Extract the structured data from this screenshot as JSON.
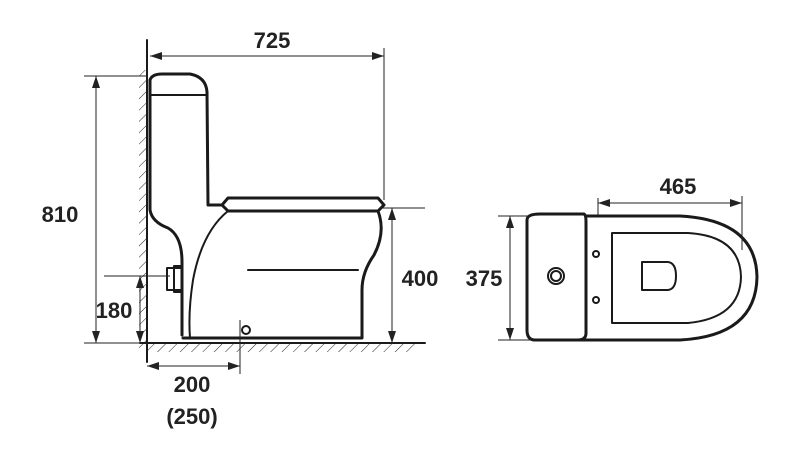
{
  "dimensions": {
    "total_depth": "725",
    "total_height": "810",
    "seat_height": "400",
    "outlet_height": "180",
    "rough_in": "200",
    "rough_in_alt": "(250)",
    "top_length": "465",
    "top_width": "375"
  }
}
